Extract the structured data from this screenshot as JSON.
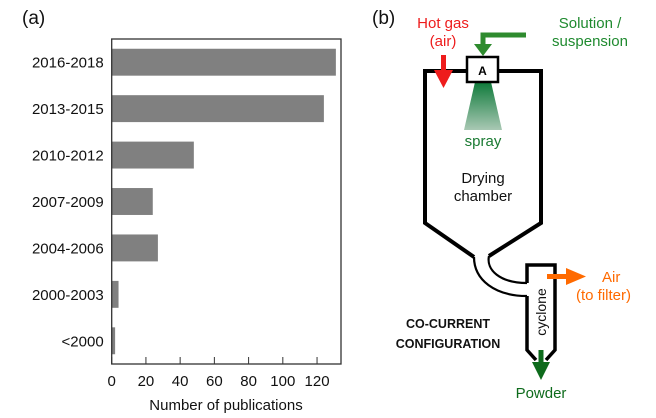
{
  "panel_a": {
    "label": "(a)"
  },
  "panel_b": {
    "label": "(b)",
    "hot_gas_line1": "Hot gas",
    "hot_gas_line2": "(air)",
    "solution_line1": "Solution /",
    "solution_line2": "suspension",
    "atomizer_label": "A",
    "spray_label": "spray",
    "chamber_line1": "Drying",
    "chamber_line2": "chamber",
    "cyclone_label": "cyclone",
    "air_out_line1": "Air",
    "air_out_line2": "(to filter)",
    "config_line1": "CO-CURRENT",
    "config_line2": "CONFIGURATION",
    "powder_label": "Powder",
    "colors": {
      "hot_gas": "#ee1c1c",
      "solution": "#2e8b2e",
      "spray_text": "#1a7a32",
      "air_out": "#ff6a00",
      "powder": "#0e6b1c"
    }
  },
  "chart_data": {
    "type": "bar",
    "orientation": "horizontal",
    "categories": [
      "2016-2018",
      "2013-2015",
      "2010-2012",
      "2007-2009",
      "2004-2006",
      "2000-2003",
      "<2000"
    ],
    "values": [
      131,
      124,
      48,
      24,
      27,
      4,
      2
    ],
    "title": "",
    "xlabel": "Number of publications",
    "ylabel": "",
    "xlim": [
      0,
      134
    ],
    "xticks": [
      0,
      20,
      40,
      60,
      80,
      100,
      120
    ],
    "grid": false,
    "bar_color": "#808080"
  }
}
